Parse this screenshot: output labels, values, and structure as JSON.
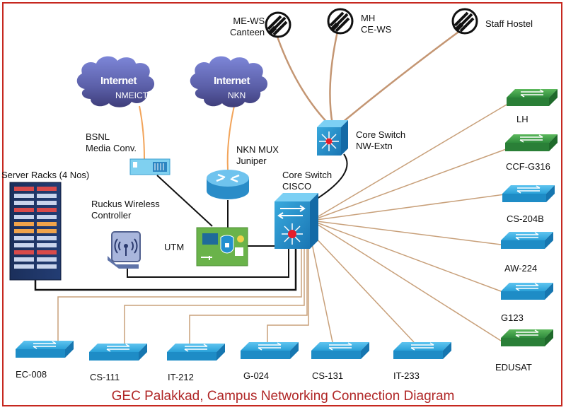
{
  "title": "GEC Palakkad, Campus Networking Connection Diagram",
  "colors": {
    "frame": "#c6281f",
    "wire_orange": "#f2a45a",
    "wire_black": "#111111",
    "wire_brown": "#c8a07a",
    "switch_blue": "#1e90c8",
    "switch_green": "#2f8a3a"
  },
  "clouds": [
    {
      "title": "Internet",
      "label": "NMEICT"
    },
    {
      "title": "Internet",
      "label": "NKN"
    }
  ],
  "wireless_sites": [
    {
      "label": "ME-WS\nCanteen",
      "line1": "ME-WS",
      "line2": "Canteen"
    },
    {
      "line1": "MH",
      "line2": "CE-WS"
    },
    {
      "line1": "Staff Hostel",
      "line2": ""
    }
  ],
  "devices": {
    "media_conv": {
      "line1": "BSNL",
      "line2": "Media Conv."
    },
    "nkn_mux": {
      "line1": "NKN MUX",
      "line2": "Juniper"
    },
    "core_nw": {
      "line1": "Core Switch",
      "line2": "NW-Extn"
    },
    "core_cisco": {
      "line1": "Core Switch",
      "line2": "CISCO"
    },
    "server_racks": {
      "label": "Server Racks (4 Nos)"
    },
    "ruckus": {
      "line1": "Ruckus Wireless",
      "line2": "Controller"
    },
    "utm": {
      "label": "UTM"
    }
  },
  "right_switches": [
    "LH",
    "CCF-G316",
    "CS-204B",
    "AW-224",
    "G123",
    "EDUSAT"
  ],
  "bottom_switches": [
    "EC-008",
    "CS-111",
    "IT-212",
    "G-024",
    "CS-131",
    "IT-233"
  ]
}
